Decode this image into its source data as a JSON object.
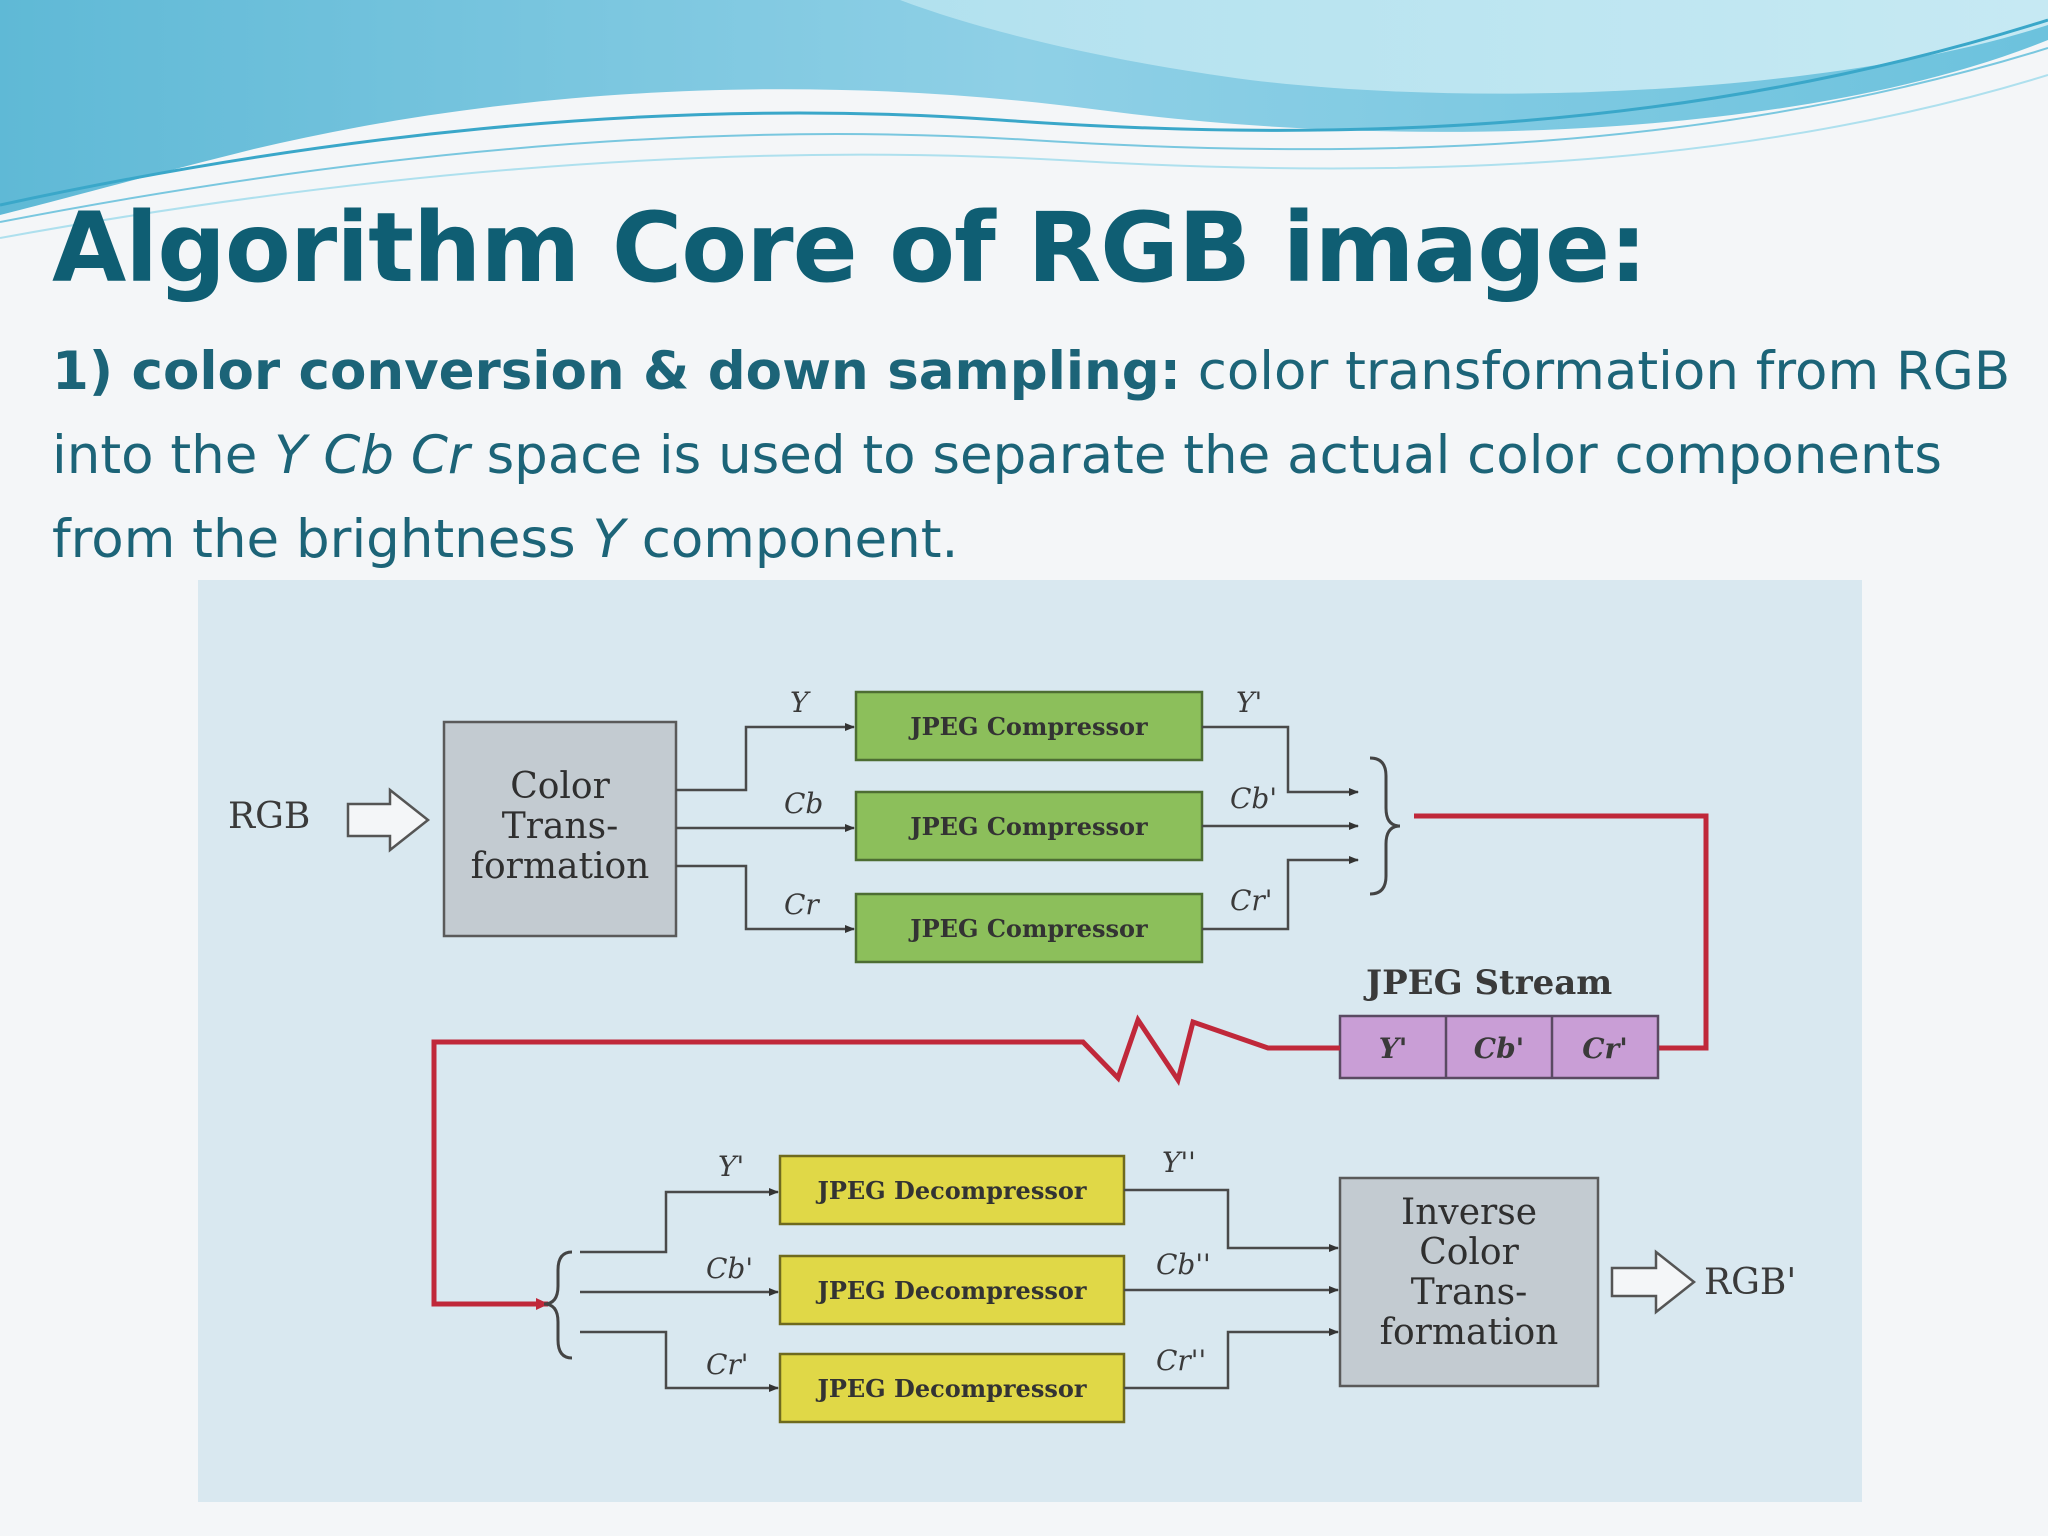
{
  "slide": {
    "title": "Algorithm Core of RGB image:",
    "paragraph": {
      "lead": "1) color conversion & down sampling:",
      "t1": " color transformation from RGB into the ",
      "italic1": "Y Cb Cr",
      "t2": " space is used to separate the actual color components from the brightness ",
      "italic2": "Y",
      "t3": " component."
    }
  },
  "diagram": {
    "input_label": "RGB",
    "color_transform": [
      "Color",
      "Trans-",
      "formation"
    ],
    "compressors": [
      "JPEG Compressor",
      "JPEG Compressor",
      "JPEG Compressor"
    ],
    "compressor_inputs": [
      "Y",
      "Cb",
      "Cr"
    ],
    "compressor_outputs": [
      "Y'",
      "Cb'",
      "Cr'"
    ],
    "stream_label": "JPEG Stream",
    "stream_cells": [
      "Y'",
      "Cb'",
      "Cr'"
    ],
    "decompressors": [
      "JPEG Decompressor",
      "JPEG Decompressor",
      "JPEG Decompressor"
    ],
    "decompressor_inputs": [
      "Y'",
      "Cb'",
      "Cr'"
    ],
    "decompressor_outputs": [
      "Y''",
      "Cb''",
      "Cr''"
    ],
    "inverse_transform": [
      "Inverse",
      "Color",
      "Trans-",
      "formation"
    ],
    "output_label": "RGB'",
    "colors": {
      "title_text": "#0f5e73",
      "body_text": "#1c6478",
      "compressor_fill": "#8cbf5b",
      "decompressor_fill": "#e0d847",
      "stream_fill": "#c99ed6",
      "transform_fill": "#c3cbd1",
      "transmission_line": "#c0283a",
      "figure_bg": "#d9e8f0"
    }
  }
}
